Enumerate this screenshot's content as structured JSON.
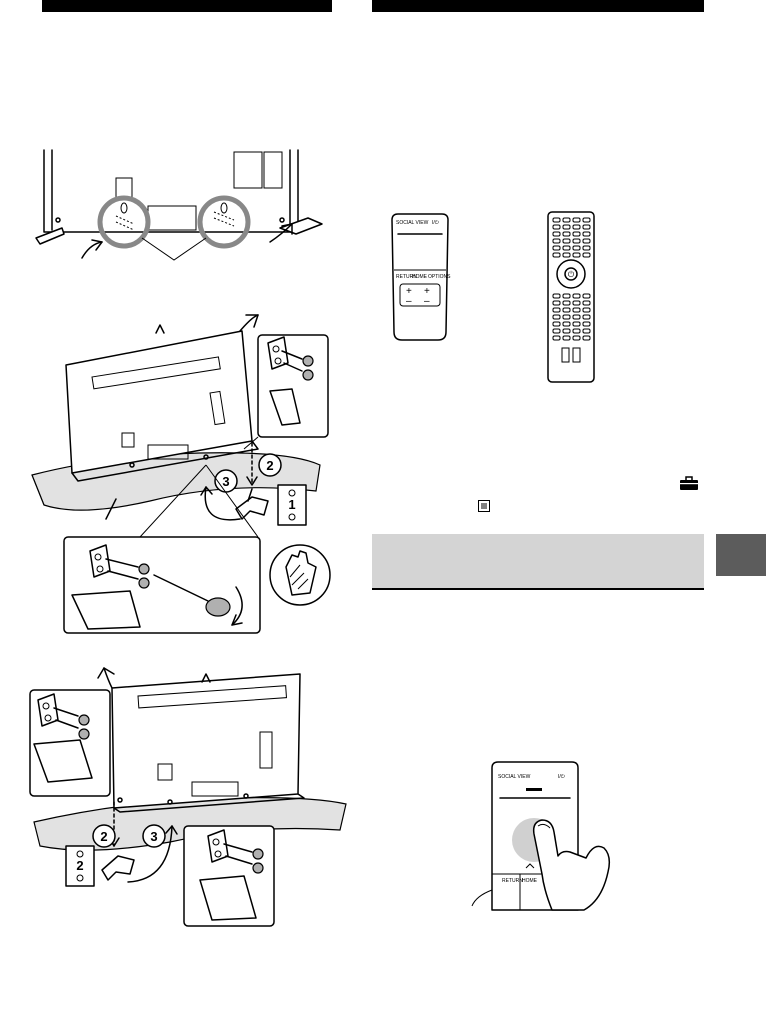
{
  "steps": {
    "step_a": "2",
    "step_b": "3",
    "step_c": "2",
    "step_d": "3"
  },
  "labels": {
    "stand_1": "1",
    "stand_2": "2"
  },
  "remote_small": {
    "brand": "SOCIAL VIEW",
    "power": "I/⏻",
    "return": "RETURN",
    "home": "HOME",
    "options": "OPTIONS"
  },
  "remote_large": {
    "power": "⏻"
  },
  "touch_remote": {
    "brand": "SOCIAL VIEW",
    "power": "I/⏻",
    "return": "RETURN",
    "home": "HOME"
  },
  "icons": {
    "toolbox": "toolbox-icon",
    "options": "options-icon"
  },
  "colors": {
    "header_bar": "#000000",
    "section_box": "#d4d4d4",
    "side_tab": "#5c5c5c",
    "stand_base": "#e2e2e2"
  }
}
